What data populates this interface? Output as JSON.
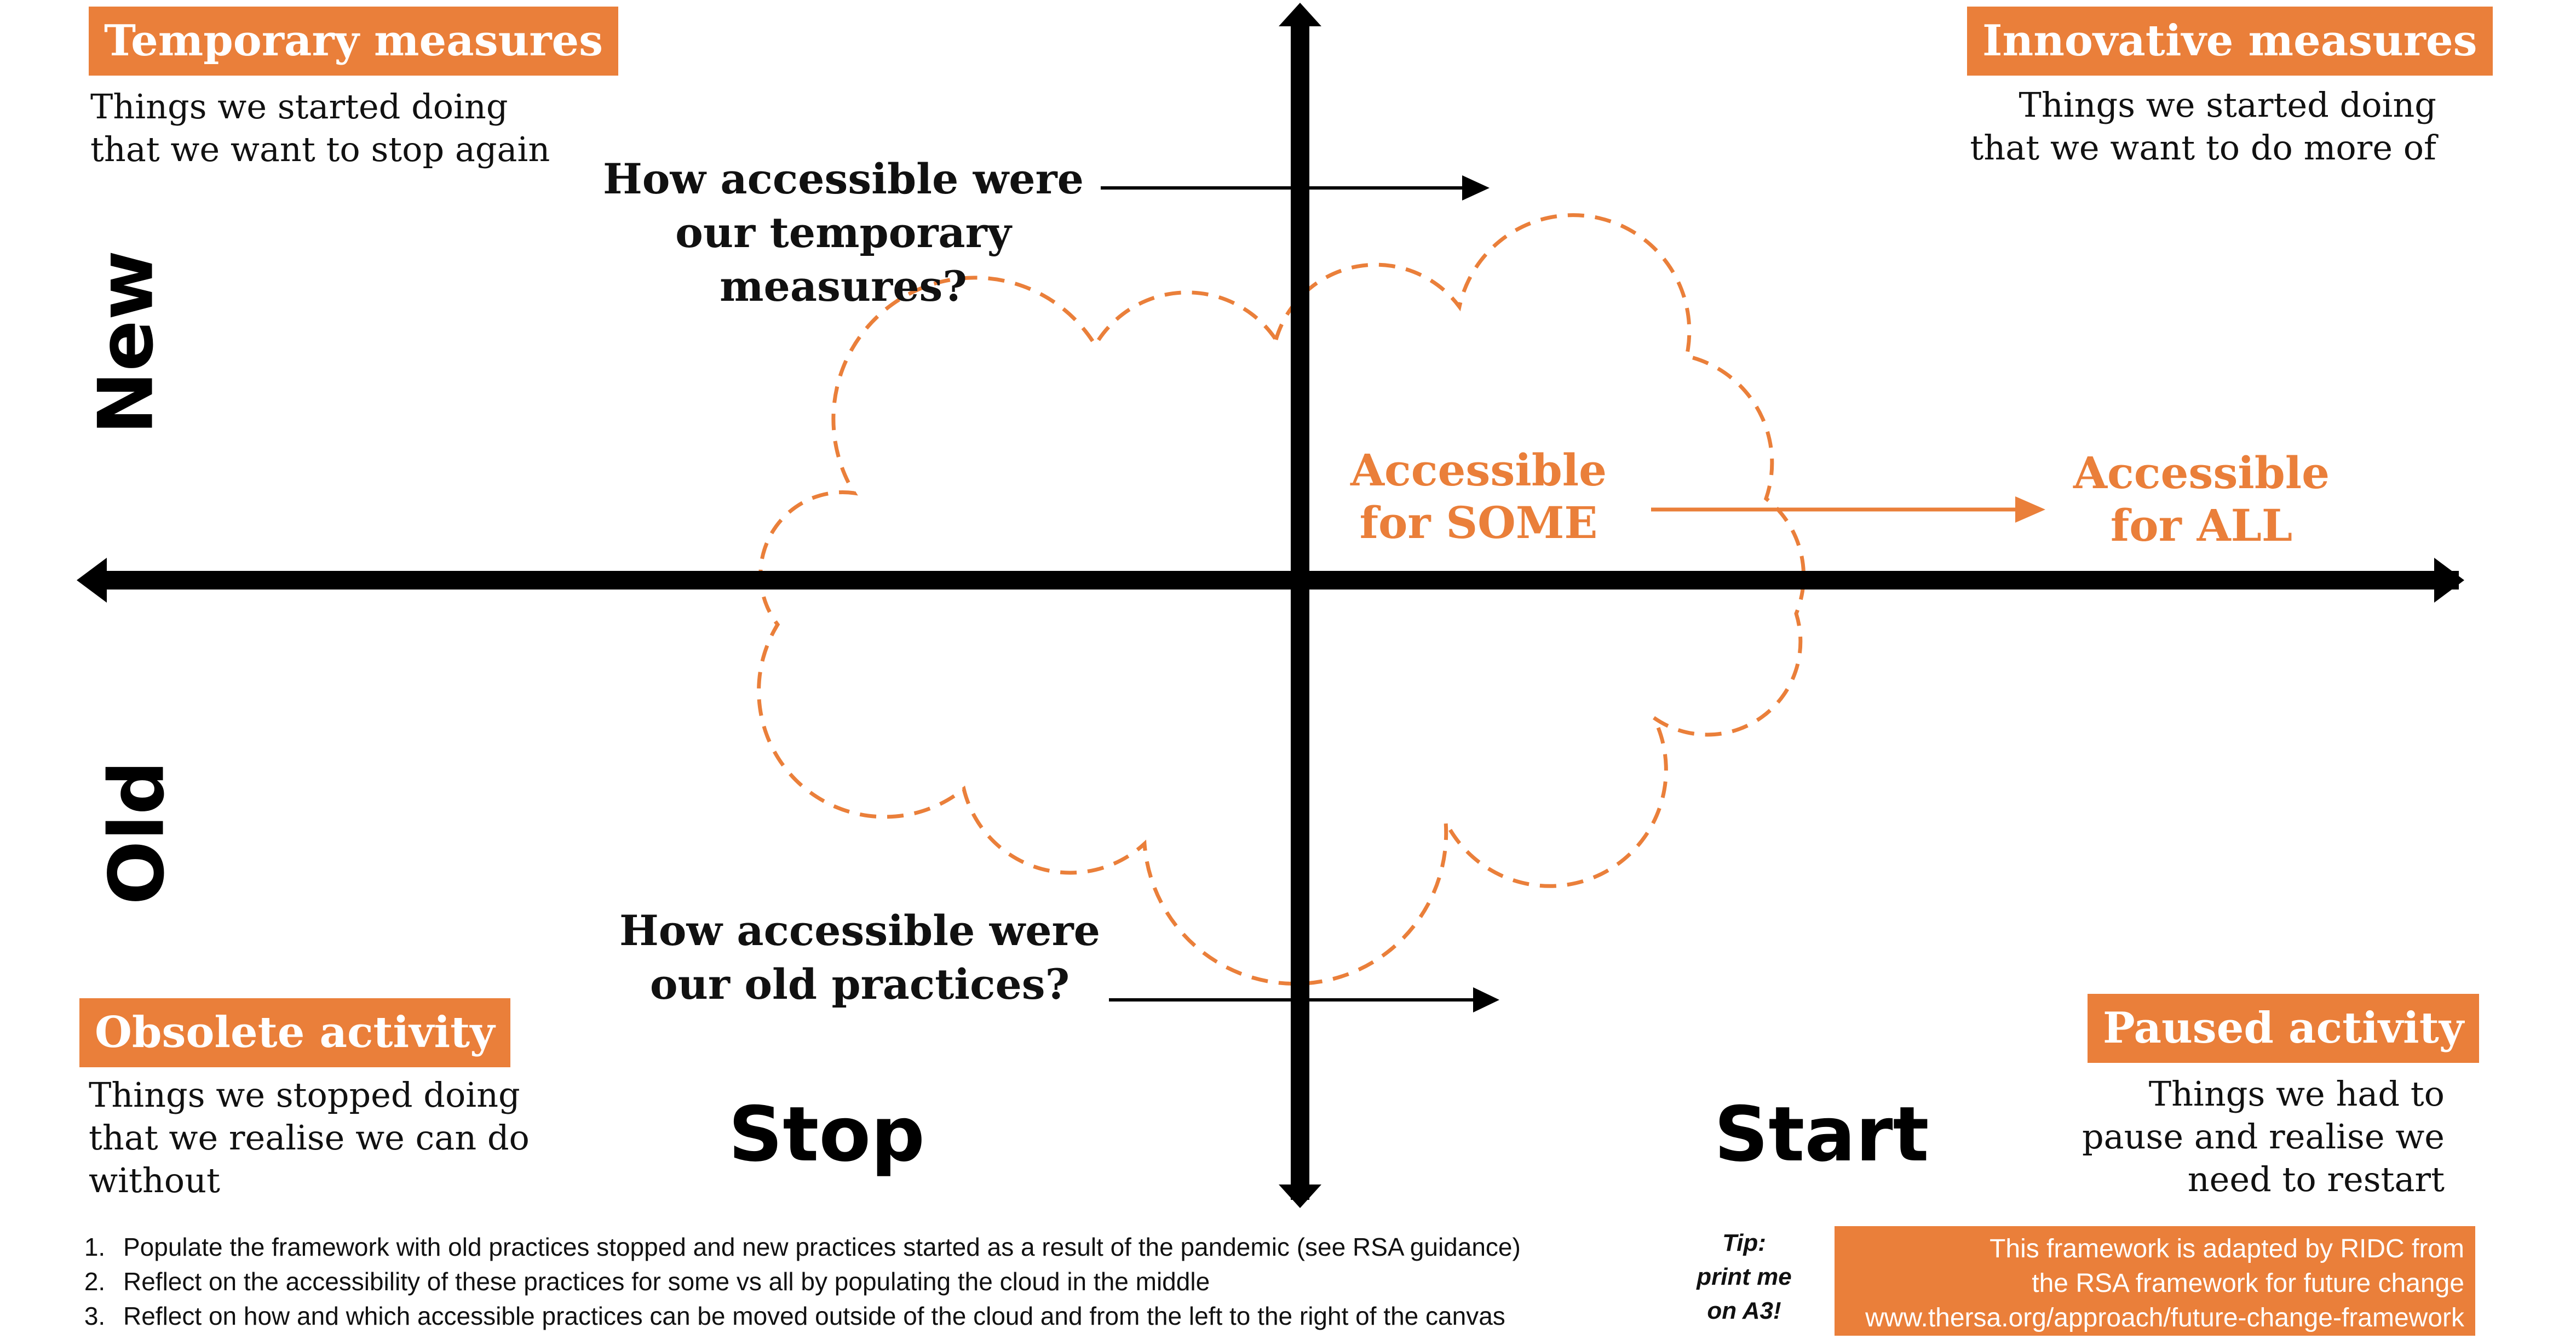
{
  "quadrants": {
    "top_left": {
      "label": "Temporary measures",
      "lines": [
        "Things we started doing",
        "that we want to stop again"
      ]
    },
    "top_right": {
      "label": "Innovative measures",
      "lines": [
        "Things we started doing",
        "that we want to do more of"
      ]
    },
    "bottom_left": {
      "label": "Obsolete activity",
      "lines": [
        "Things we stopped doing",
        "that we realise we can do",
        "without"
      ]
    },
    "bottom_right": {
      "label": "Paused activity",
      "lines": [
        "Things we had to",
        "pause and realise we",
        "need to restart"
      ]
    }
  },
  "axes": {
    "new": "New",
    "old": "Old",
    "stop": "Stop",
    "start": "Start"
  },
  "questions": {
    "temporary": [
      "How accessible were",
      "our temporary",
      "measures?"
    ],
    "old": [
      "How accessible were",
      "our old practices?"
    ]
  },
  "cloud": {
    "some": [
      "Accessible",
      "for SOME"
    ],
    "all": [
      "Accessible",
      "for ALL"
    ]
  },
  "instructions": [
    "Populate the framework with old practices stopped and new practices started as a result of the pandemic (see RSA guidance)",
    "Reflect on the accessibility of these practices for some vs all by populating the cloud in the middle",
    "Reflect on how and which accessible practices can be moved outside of the cloud and from the left to the right of the canvas"
  ],
  "tip": [
    "Tip:",
    "print me",
    "on A3!"
  ],
  "credit": [
    "This framework is adapted by RIDC from",
    "the RSA framework for future change",
    "www.thersa.org/approach/future-change-framework"
  ],
  "colors": {
    "accent": "#ea7f3a",
    "text": "#111111",
    "axis": "#000000"
  }
}
